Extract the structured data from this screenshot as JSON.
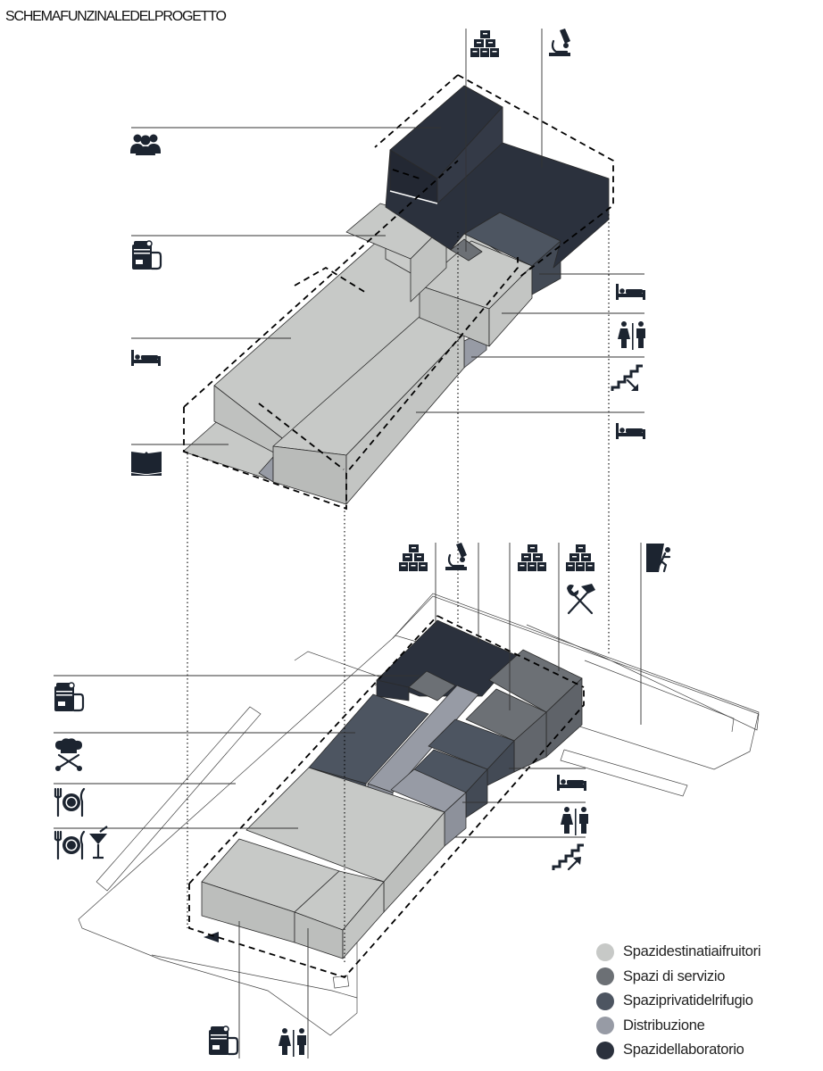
{
  "title": "SCHEMAFUNZINALEDELPROGETTO",
  "colors": {
    "fruitori": "#c7c9c7",
    "servizio": "#6c7075",
    "privati": "#4d5561",
    "distribuzione": "#979ba5",
    "laboratorio": "#2b313d",
    "icon": "#1c2430"
  },
  "legend": [
    {
      "label": "Spazidestinatiaifruitori",
      "color": "#c7c9c7"
    },
    {
      "label": "Spazi di servizio",
      "color": "#6c7075"
    },
    {
      "label": "Spaziprivatidelrifugio",
      "color": "#4d5561"
    },
    {
      "label": "Distribuzione",
      "color": "#979ba5"
    },
    {
      "label": "Spazidellaboratorio",
      "color": "#2b313d"
    }
  ],
  "icons_upper": [
    "storage-boxes-icon",
    "microscope-icon",
    "group-icon",
    "boiler-icon",
    "bed-icon",
    "book-icon",
    "bed-icon",
    "restroom-icon",
    "stairs-down-icon",
    "bed-icon"
  ],
  "icons_lower": [
    "storage-boxes-icon",
    "microscope-icon",
    "storage-boxes-icon",
    "storage-boxes-icon",
    "tools-icon",
    "climber-icon",
    "boiler-icon",
    "chef-icon",
    "dining-icon",
    "dining-bar-icon",
    "bed-icon",
    "restroom-icon",
    "stairs-up-icon",
    "boiler-icon",
    "restroom-icon"
  ]
}
